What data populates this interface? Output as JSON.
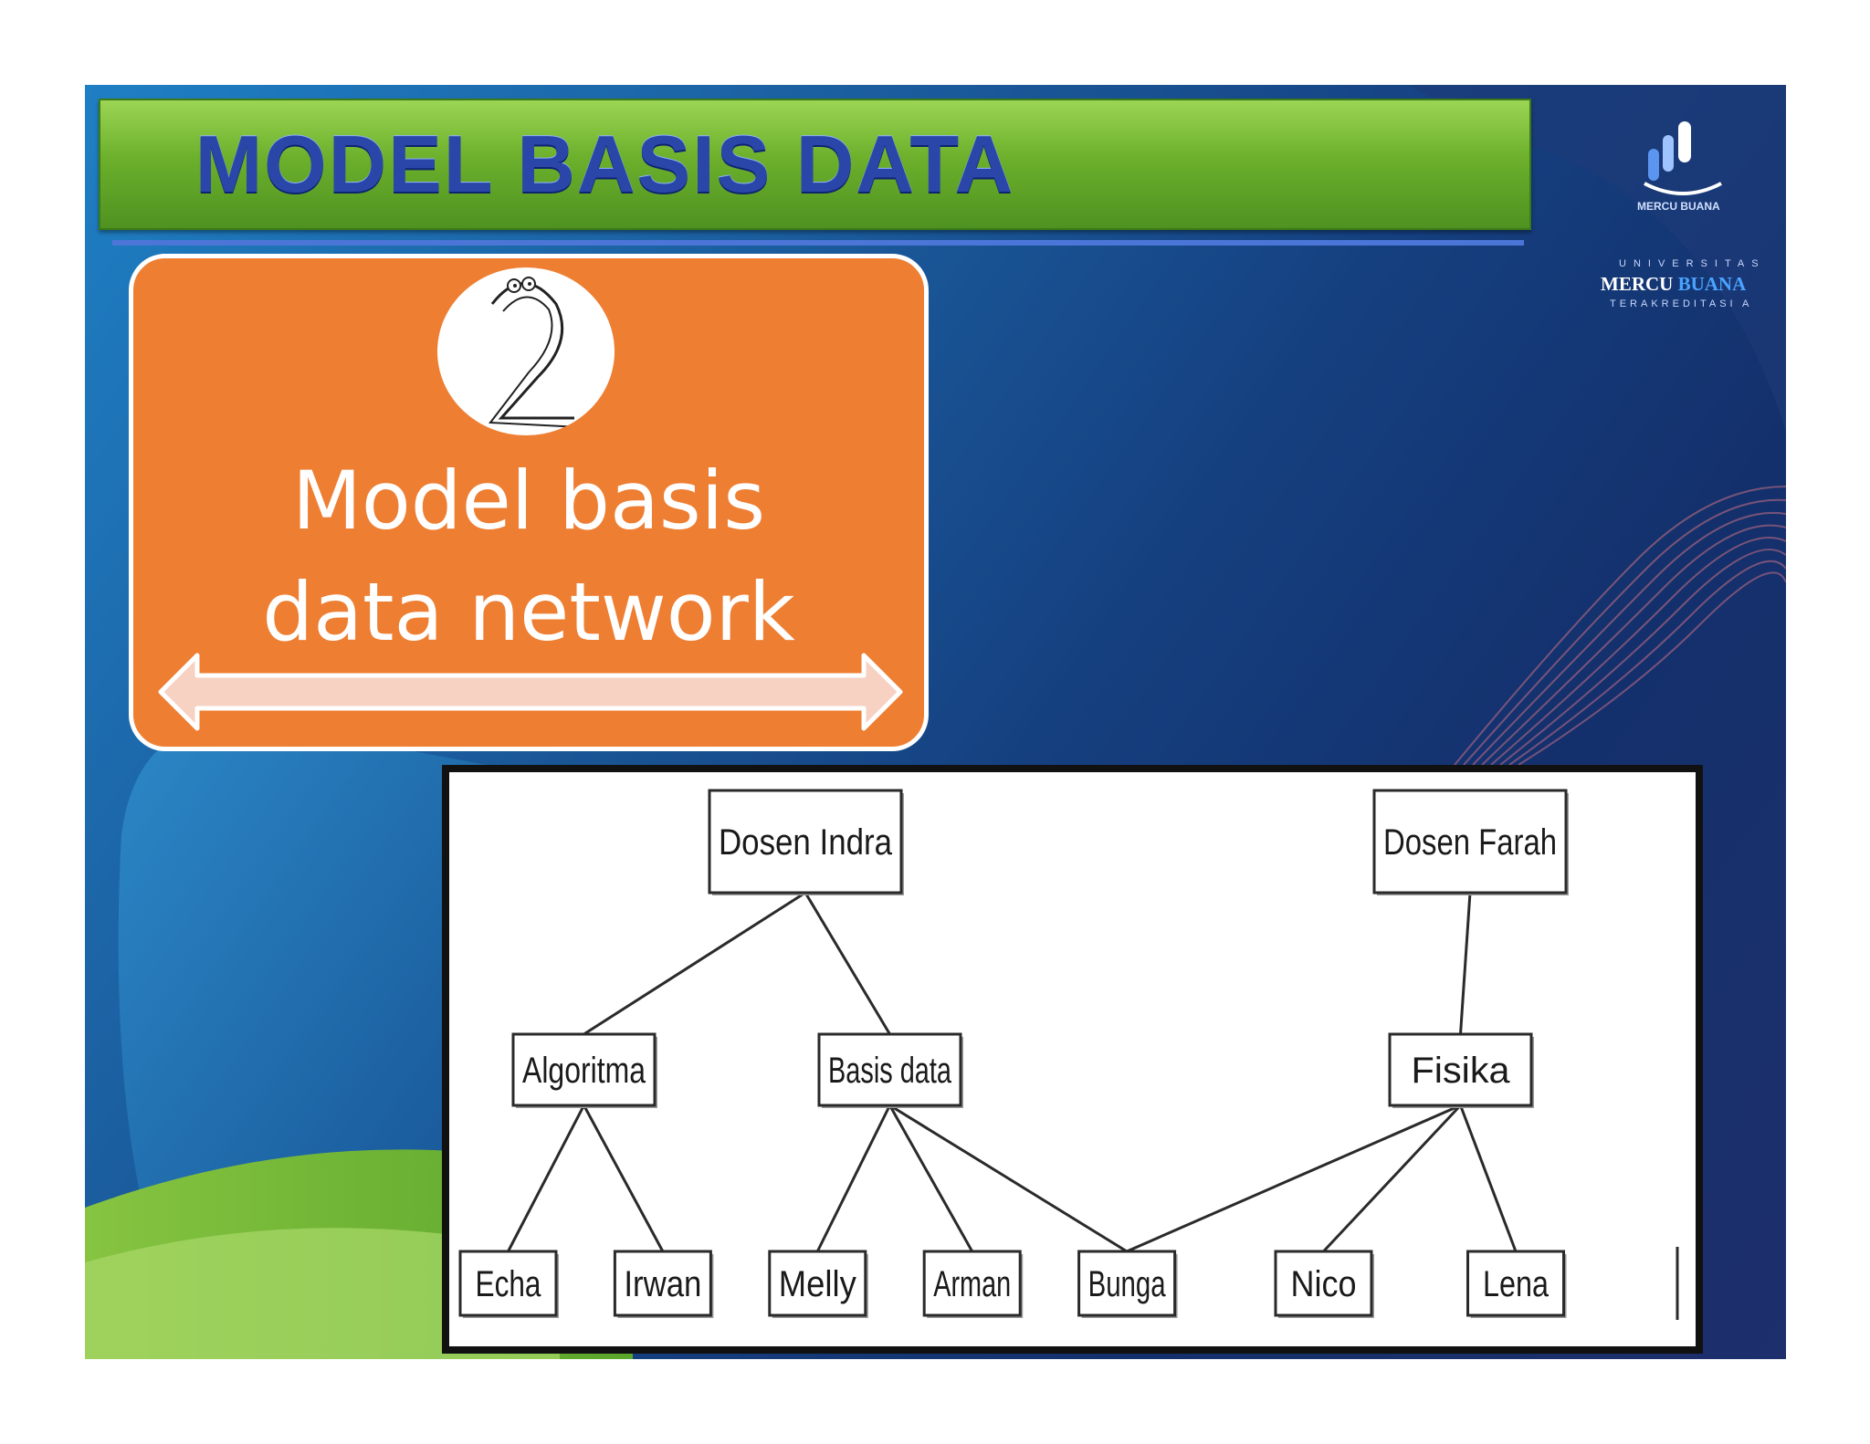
{
  "slide": {
    "title": "MODEL BASIS DATA",
    "logo": {
      "top_text": "MERCU BUANA",
      "uni": "UNIVERSITAS",
      "name_a": "MERCU",
      "name_b": " BUANA",
      "sub": "TERAKREDITASI A"
    },
    "box": {
      "number": "2",
      "line1": "Model basis",
      "line2": "data network"
    }
  },
  "diagram": {
    "nodes": [
      {
        "id": "dosen_indra",
        "label": "Dosen Indra"
      },
      {
        "id": "dosen_farah",
        "label": "Dosen Farah"
      },
      {
        "id": "algoritma",
        "label": "Algoritma"
      },
      {
        "id": "basis_data",
        "label": "Basis data"
      },
      {
        "id": "fisika",
        "label": "Fisika"
      },
      {
        "id": "echa",
        "label": "Echa"
      },
      {
        "id": "irwan",
        "label": "Irwan"
      },
      {
        "id": "melly",
        "label": "Melly"
      },
      {
        "id": "arman",
        "label": "Arman"
      },
      {
        "id": "bunga",
        "label": "Bunga"
      },
      {
        "id": "nico",
        "label": "Nico"
      },
      {
        "id": "lena",
        "label": "Lena"
      }
    ],
    "edges": [
      [
        "dosen_indra",
        "algoritma"
      ],
      [
        "dosen_indra",
        "basis_data"
      ],
      [
        "dosen_farah",
        "fisika"
      ],
      [
        "algoritma",
        "echa"
      ],
      [
        "algoritma",
        "irwan"
      ],
      [
        "basis_data",
        "melly"
      ],
      [
        "basis_data",
        "arman"
      ],
      [
        "basis_data",
        "bunga"
      ],
      [
        "fisika",
        "bunga"
      ],
      [
        "fisika",
        "nico"
      ],
      [
        "fisika",
        "lena"
      ]
    ]
  }
}
